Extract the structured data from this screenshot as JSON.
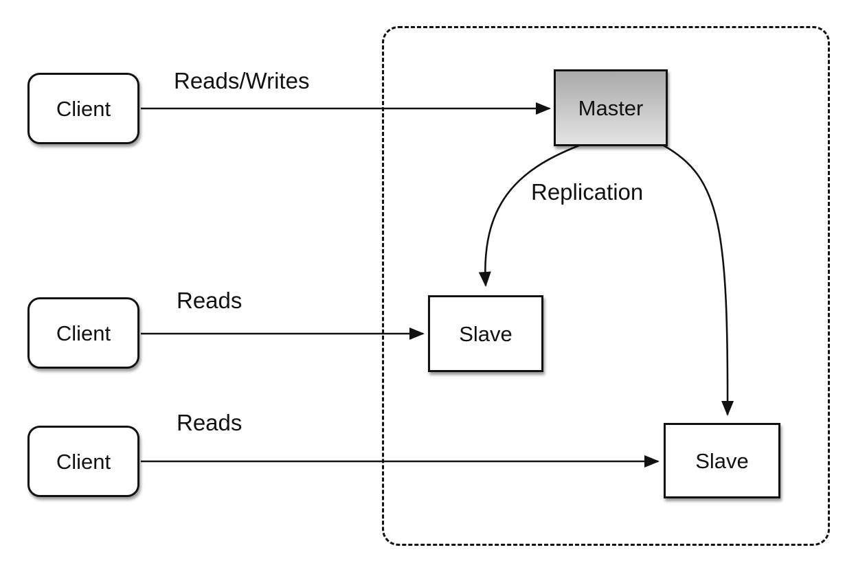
{
  "diagram": {
    "type": "master-slave-replication-architecture",
    "clients": [
      {
        "label": "Client"
      },
      {
        "label": "Client"
      },
      {
        "label": "Client"
      }
    ],
    "master": {
      "label": "Master"
    },
    "slaves": [
      {
        "label": "Slave"
      },
      {
        "label": "Slave"
      }
    ],
    "edge_labels": {
      "reads_writes": "Reads/Writes",
      "reads_slave1": "Reads",
      "reads_slave2": "Reads",
      "replication": "Replication"
    },
    "colors": {
      "stroke": "#111111",
      "node_fill": "#ffffff",
      "master_gradient_top": "#a9a9a9",
      "master_gradient_bottom": "#e4e4e4",
      "background": "#ffffff"
    }
  }
}
